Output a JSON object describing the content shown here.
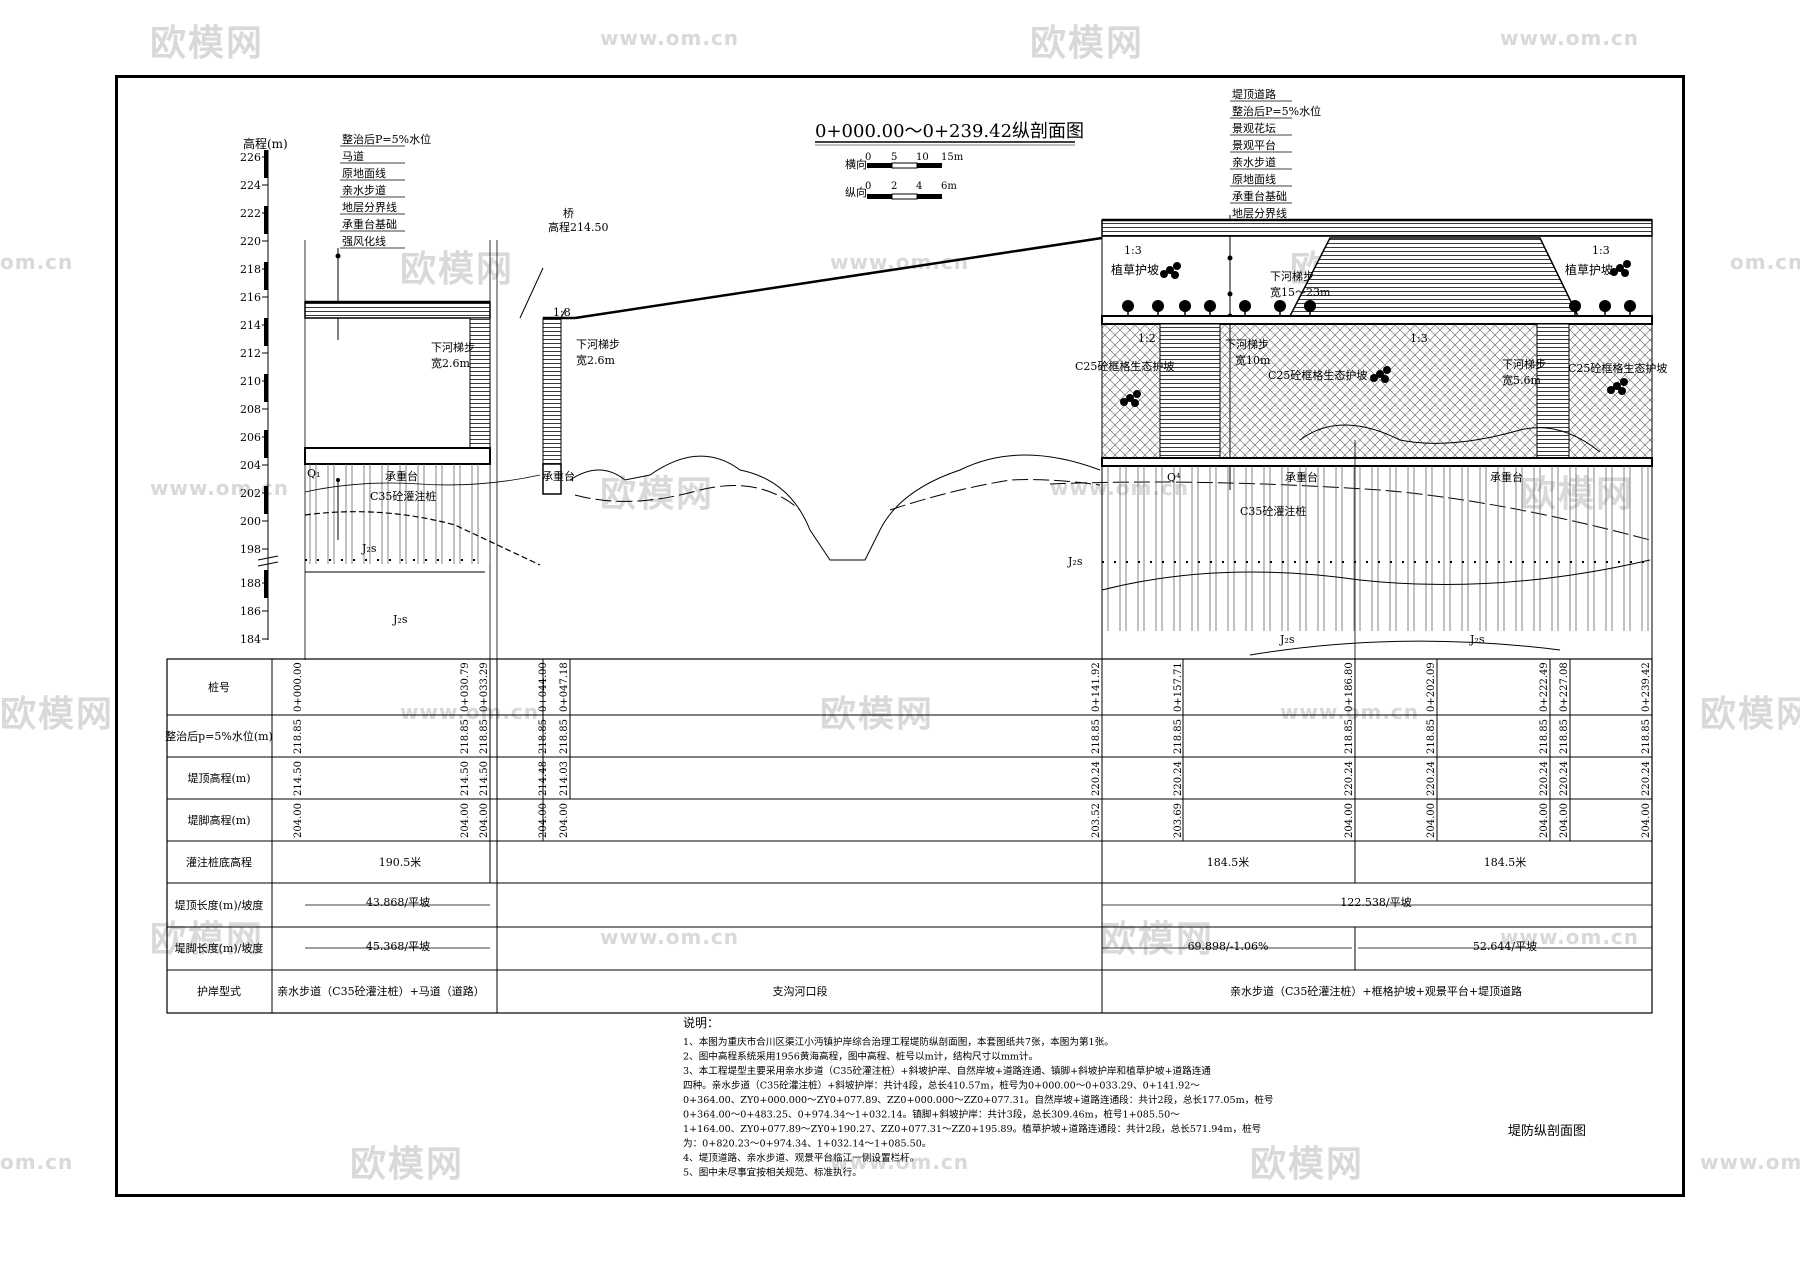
{
  "title": "0+000.00～0+239.42纵剖面图",
  "scale_h": {
    "label": "横向",
    "ticks": [
      "0",
      "5",
      "10",
      "15m"
    ]
  },
  "scale_v": {
    "label": "纵向",
    "ticks": [
      "0",
      "2",
      "4",
      "6m"
    ]
  },
  "axis": {
    "title": "高程(m)",
    "ticks": [
      "226",
      "224",
      "222",
      "220",
      "218",
      "216",
      "214",
      "212",
      "210",
      "208",
      "206",
      "204",
      "202",
      "200",
      "198",
      "188",
      "186",
      "184"
    ]
  },
  "legend_left": [
    "整治后P=5%水位",
    "马道",
    "原地面线",
    "亲水步道",
    "地层分界线",
    "承重台基础",
    "强风化线"
  ],
  "legend_right": [
    "堤顶道路",
    "整治后P=5%水位",
    "景观花坛",
    "景观平台",
    "亲水步道",
    "原地面线",
    "承重台基础",
    "地层分界线"
  ],
  "annotations": {
    "bridge": "桥",
    "bridge_elev": "高程214.50",
    "slope_18": "1:8",
    "slope_13a": "1:3",
    "slope_13b": "1:3",
    "slope_13c": "1:3",
    "slope_12": "1:2",
    "grass_left": "植草护坡",
    "grass_right": "植草护坡",
    "stair1": "下河梯步",
    "stair1_w": "宽2.6m",
    "stair2": "下河梯步",
    "stair2_w": "宽2.6m",
    "stair3": "下河梯步",
    "stair3_w": "宽15～23m",
    "stair4": "下河梯步",
    "stair4_w": "宽10m",
    "stair5": "下河梯步",
    "stair5_w": "宽5.6m",
    "frame_slope1": "C25砼框格生态护坡",
    "frame_slope2": "C25砼框格生态护坡",
    "frame_slope3": "C25砼框格生态护坡",
    "platform1": "承重台",
    "platform2": "承重台",
    "platform3": "承重台",
    "platform4": "承重台",
    "pile1": "C35砼灌注桩",
    "pile2": "C35砼灌注桩",
    "q1": "Q₁",
    "q2": "Q⁴",
    "j2s_a": "J₂s",
    "j2s_b": "J₂s",
    "j2s_c": "J₂s",
    "j2s_d": "J₂s",
    "j2s_e": "J₂s"
  },
  "table": {
    "row_labels": [
      "桩号",
      "整治后p=5%水位(m)",
      "堤顶高程(m)",
      "堤脚高程(m)",
      "灌注桩底高程",
      "堤顶长度(m)/坡度",
      "堤脚长度(m)/坡度",
      "护岸型式"
    ],
    "stations": [
      "0+000.00",
      "0+030.79",
      "0+033.29",
      "0+044.00",
      "0+047.18",
      "0+141.92",
      "0+157.71",
      "0+186.80",
      "0+202.09",
      "0+222.49",
      "0+227.08",
      "0+239.42"
    ],
    "water_levels": [
      "218.85",
      "218.85",
      "218.85",
      "218.85",
      "218.85",
      "218.85",
      "218.85",
      "218.85",
      "218.85",
      "218.85",
      "218.85",
      "218.85"
    ],
    "crest": [
      "214.50",
      "214.50",
      "214.50",
      "214.48",
      "214.03",
      "220.24",
      "220.24",
      "220.24",
      "220.24",
      "220.24",
      "220.24",
      "220.24"
    ],
    "toe": [
      "204.00",
      "204.00",
      "204.00",
      "204.00",
      "204.00",
      "203.52",
      "203.69",
      "204.00",
      "204.00",
      "204.00",
      "204.00",
      "204.00"
    ],
    "pile_bottom": [
      "190.5米",
      "184.5米",
      "184.5米"
    ],
    "crest_len": [
      "43.868/平坡",
      "122.538/平坡"
    ],
    "toe_len": [
      "45.368/平坡",
      "69.898/-1.06%",
      "52.644/平坡"
    ],
    "types": [
      "亲水步道（C35砼灌注桩）+马道（道路）",
      "支沟河口段",
      "亲水步道（C35砼灌注桩）+框格护坡+观景平台+堤顶道路"
    ]
  },
  "notes": {
    "title": "说明：",
    "lines": [
      "1、本图为重庆市合川区渠江小沔镇护岸综合治理工程堤防纵剖面图，本套图纸共7张，本图为第1张。",
      "2、图中高程系统采用1956黄海高程，图中高程、桩号以m计，结构尺寸以mm计。",
      "3、本工程堤型主要采用亲水步道（C35砼灌注桩）+斜坡护岸、自然岸坡+道路连通、镇脚+斜坡护岸和植草护坡+道路连通",
      "四种。亲水步道（C35砼灌注桩）+斜坡护岸：共计4段，总长410.57m，桩号为0+000.00～0+033.29、0+141.92～",
      "0+364.00、ZY0+000.000～ZY0+077.89、ZZ0+000.000～ZZ0+077.31。自然岸坡+道路连通段：共计2段，总长177.05m，桩号",
      "0+364.00～0+483.25、0+974.34～1+032.14。镇脚+斜坡护岸：共计3段，总长309.46m，桩号1+085.50～",
      "1+164.00、ZY0+077.89～ZY0+190.27、ZZ0+077.31～ZZ0+195.89。植草护坡+道路连通段：共计2段，总长571.94m，桩号",
      "为：0+820.23～0+974.34、1+032.14～1+085.50。",
      "4、堤顶道路、亲水步道、观景平台临江一侧设置栏杆。",
      "5、图中未尽事宜按相关规范、标准执行。"
    ]
  },
  "title_block": "堤防纵剖面图",
  "watermarks": {
    "logo": "欧模网",
    "url": "www.om.cn",
    "url_short": "om.cn"
  }
}
